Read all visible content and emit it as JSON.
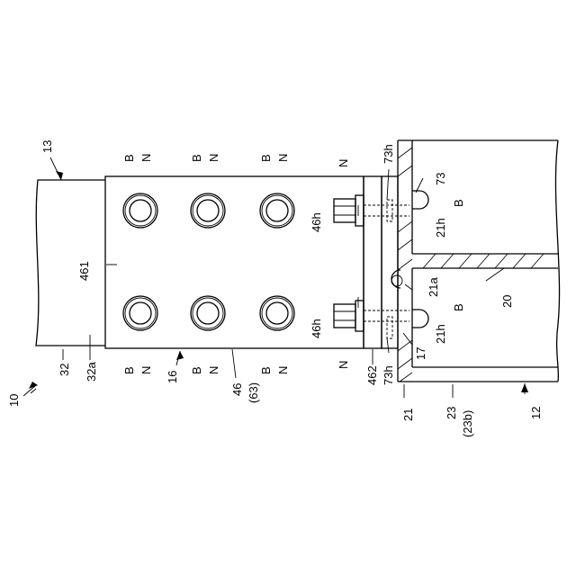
{
  "labels": {
    "ref_13": "13",
    "ref_10": "10",
    "ref_32": "32",
    "ref_32a": "32a",
    "ref_461": "461",
    "ref_16": "16",
    "ref_46": "46",
    "ref_63": "(63)",
    "ref_46h_top": "46h",
    "ref_46h_bottom": "46h",
    "ref_462": "462",
    "ref_73h_top": "73h",
    "ref_73h_bottom": "73h",
    "ref_73": "73",
    "ref_21h_top": "21h",
    "ref_21h_bottom": "21h",
    "ref_21a": "21a",
    "ref_17": "17",
    "ref_20": "20",
    "ref_21": "21",
    "ref_23": "23",
    "ref_23b": "(23b)",
    "ref_12": "12",
    "bolt": "B",
    "nut": "N"
  }
}
